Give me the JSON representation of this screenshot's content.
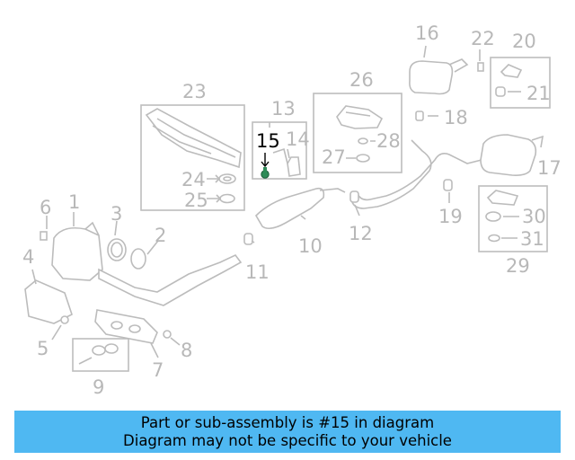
{
  "callouts": [
    {
      "n": "1"
    },
    {
      "n": "2"
    },
    {
      "n": "3"
    },
    {
      "n": "4"
    },
    {
      "n": "5"
    },
    {
      "n": "6"
    },
    {
      "n": "7"
    },
    {
      "n": "8"
    },
    {
      "n": "9"
    },
    {
      "n": "10"
    },
    {
      "n": "11"
    },
    {
      "n": "12"
    },
    {
      "n": "13"
    },
    {
      "n": "14"
    },
    {
      "n": "15"
    },
    {
      "n": "16"
    },
    {
      "n": "17"
    },
    {
      "n": "18"
    },
    {
      "n": "19"
    },
    {
      "n": "20"
    },
    {
      "n": "21"
    },
    {
      "n": "22"
    },
    {
      "n": "23"
    },
    {
      "n": "24"
    },
    {
      "n": "25"
    },
    {
      "n": "26"
    },
    {
      "n": "27"
    },
    {
      "n": "28"
    },
    {
      "n": "29"
    },
    {
      "n": "30"
    },
    {
      "n": "31"
    }
  ],
  "highlighted_part": "15",
  "colors": {
    "highlight": "#000000",
    "part_green": "#2e8b57",
    "banner": "#4fb8f2",
    "line": "#bcbcbc"
  },
  "banner": {
    "line1": "Part or sub-assembly is #15 in diagram",
    "line2": "Diagram may not be specific to your vehicle"
  }
}
